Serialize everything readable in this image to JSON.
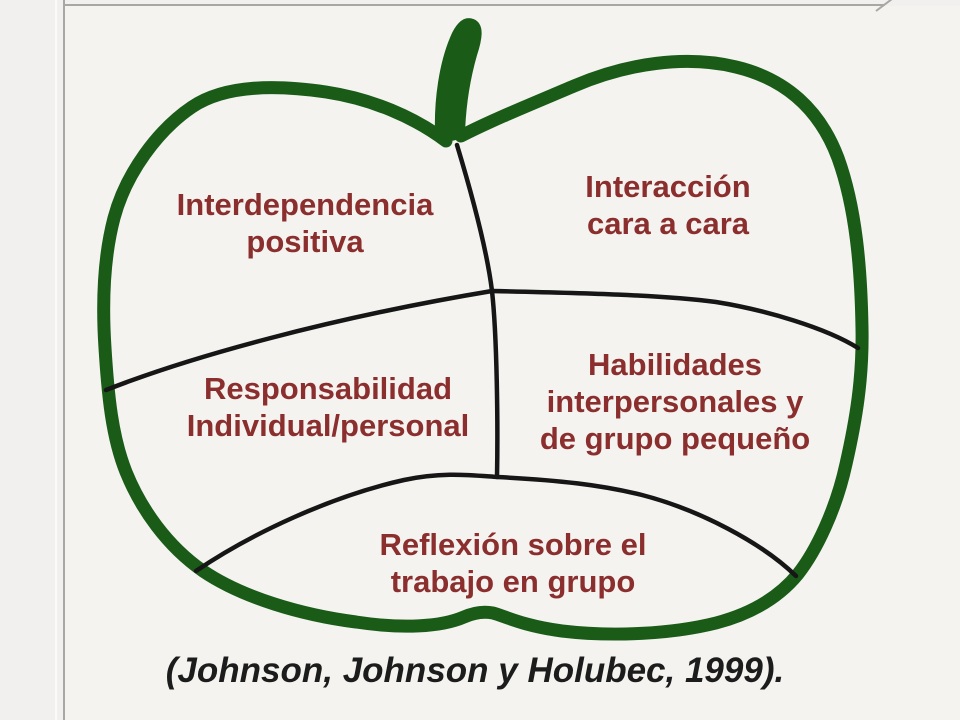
{
  "diagram": {
    "subject": "cooperative-learning apple diagram",
    "sections": [
      {
        "name": "interdependencia-positiva",
        "label": "Interdependencia positiva",
        "lines": [
          "Interdependencia",
          "positiva"
        ]
      },
      {
        "name": "interaccion-cara-a-cara",
        "label": "Interacción cara a cara",
        "lines": [
          "Interacción",
          "cara a cara"
        ]
      },
      {
        "name": "responsabilidad-individual",
        "label": "Responsabilidad Individual/personal",
        "lines": [
          "Responsabilidad",
          "Individual/personal"
        ]
      },
      {
        "name": "habilidades-interpersonales",
        "label": "Habilidades interpersonales y de grupo pequeño",
        "lines": [
          "Habilidades",
          "interpersonales y",
          "de grupo pequeño"
        ]
      },
      {
        "name": "reflexion-trabajo-grupo",
        "label": "Reflexión sobre el trabajo en grupo",
        "lines": [
          "Reflexión sobre el",
          "trabajo en grupo"
        ]
      }
    ],
    "citation": "(Johnson, Johnson y Holubec, 1999)."
  },
  "colors": {
    "background": "#f1f0ee",
    "panel": "#f4f3f0",
    "apple_outline": "#1a5c17",
    "divider_line": "#161616",
    "section_text": "#8b2e2e",
    "citation_text": "#1c1c1c",
    "page_border_line": "#a8a7a4"
  }
}
